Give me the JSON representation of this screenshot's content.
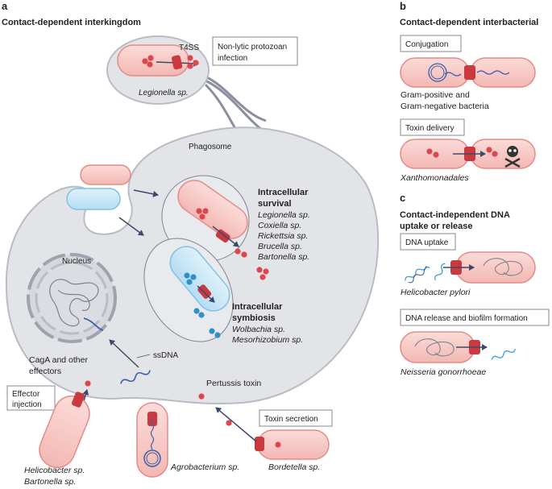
{
  "panel_a": {
    "letter": "a",
    "title": "Contact-dependent interkingdom",
    "t4ss": "T4SS",
    "legionella_top": "Legionella sp.",
    "protozoan_box": [
      "Non-lytic protozoan",
      "infection"
    ],
    "phagosome": "Phagosome",
    "nucleus": "Nucleus",
    "survival_title": [
      "Intracellular",
      "survival"
    ],
    "survival_species": [
      "Legionella sp.",
      "Coxiella sp.",
      "Rickettsia sp.",
      "Brucella sp.",
      "Bartonella sp."
    ],
    "symbiosis_title": [
      "Intracellular",
      "symbiosis"
    ],
    "symbiosis_species": [
      "Wolbachia sp.",
      "Mesorhizobium sp."
    ],
    "ssdna": "ssDNA",
    "caga": [
      "CagA and other",
      "effectors"
    ],
    "effector_box": [
      "Effector",
      "injection"
    ],
    "pertussis": "Pertussis toxin",
    "toxin_secretion_box": "Toxin secretion",
    "helicobacter": [
      "Helicobacter sp.",
      "Bartonella sp."
    ],
    "agrobacterium": "Agrobacterium sp.",
    "bordetella": "Bordetella sp."
  },
  "panel_b": {
    "letter": "b",
    "title": "Contact-dependent interbacterial",
    "conjugation_box": "Conjugation",
    "conjugation_caption": [
      "Gram-positive and",
      "Gram-negative bacteria"
    ],
    "toxin_box": "Toxin delivery",
    "toxin_caption": "Xanthomonadales"
  },
  "panel_c": {
    "letter": "c",
    "title": [
      "Contact-independent DNA",
      "uptake or release"
    ],
    "uptake_box": "DNA uptake",
    "uptake_caption": "Helicobacter pylori",
    "release_box": "DNA release and biofilm formation",
    "release_caption": "Neisseria gonorrhoeae"
  },
  "colors": {
    "cell": "#e3e4e8",
    "cell_edge": "#b9bcc4",
    "bacterium_fill": "#f8cdc9",
    "bacterium_edge": "#e58b87",
    "symbiont_fill": "#cde8f6",
    "symbiont_edge": "#7fc2e6",
    "secretion_system": "#c9393f",
    "effector_dot": "#e0454d",
    "symbiont_dot": "#2f8fc9",
    "dna": "#3d5fa8",
    "arrow": "#3b4a6b"
  }
}
